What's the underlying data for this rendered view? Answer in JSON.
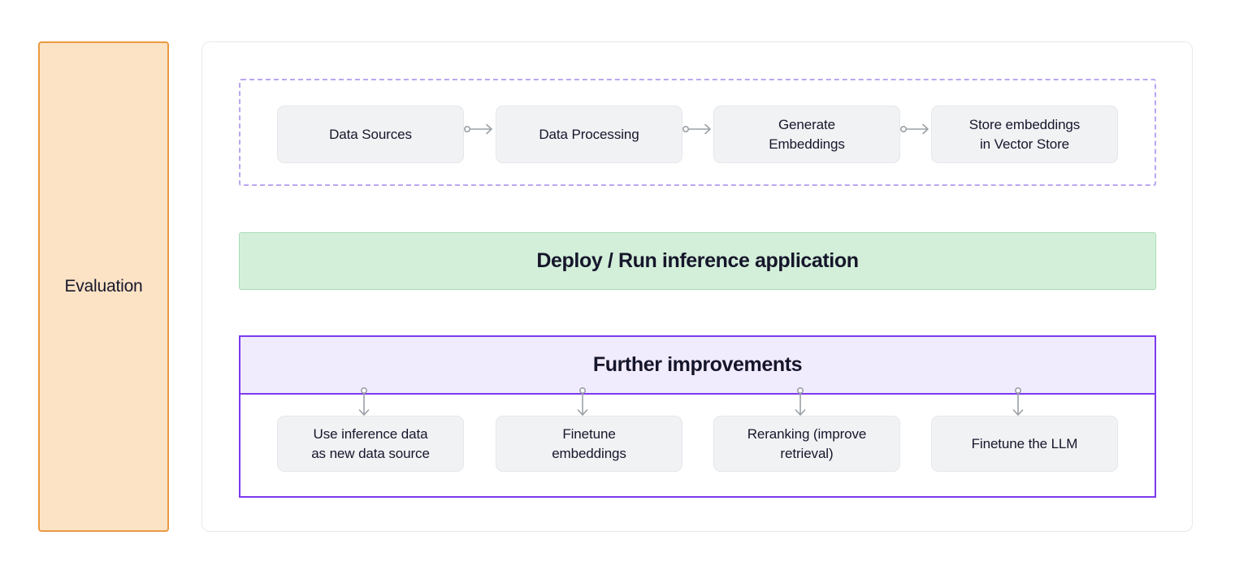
{
  "evaluation": {
    "label": "Evaluation"
  },
  "ingestion": {
    "nodes": [
      {
        "label": "Data Sources"
      },
      {
        "label": "Data Processing"
      },
      {
        "label": "Generate\nEmbeddings"
      },
      {
        "label": "Store embeddings\nin Vector Store"
      }
    ]
  },
  "deploy": {
    "title": "Deploy / Run inference application"
  },
  "improvements": {
    "title": "Further improvements",
    "nodes": [
      {
        "label": "Use inference data\nas new data source"
      },
      {
        "label": "Finetune\nembeddings"
      },
      {
        "label": "Reranking (improve\nretrieval)"
      },
      {
        "label": "Finetune the LLM"
      }
    ]
  },
  "colors": {
    "evaluation_fill": "#fce3c5",
    "evaluation_border": "#eb9a41",
    "ingestion_border": "#bba6f2",
    "deploy_fill": "#d3efd9",
    "deploy_border": "#a9dcb6",
    "improvements_border": "#7c3aed",
    "improvements_fill": "#f1ebfe",
    "node_fill": "#f1f2f4",
    "connector": "#9aa0a6",
    "text": "#16162b"
  }
}
